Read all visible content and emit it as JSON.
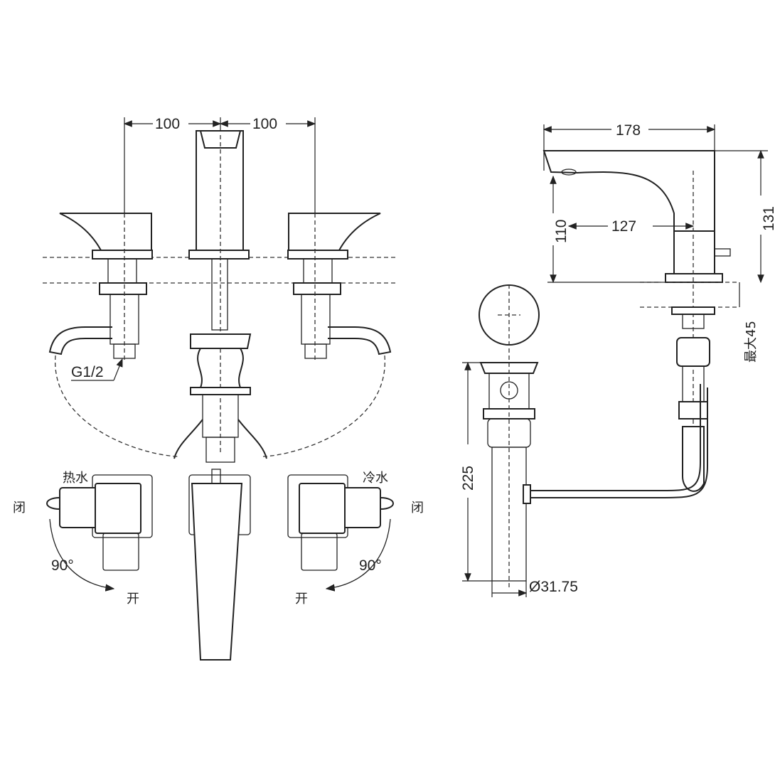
{
  "dimensions": {
    "left_spacing": "100",
    "right_spacing": "100",
    "spout_length": "178",
    "spout_height": "110",
    "spout_reach": "127",
    "total_height": "131",
    "max_deck_thickness": "最大45",
    "inlet_thread": "G1/2",
    "drain_length": "225",
    "drain_diameter": "Ø31.75"
  },
  "handle_labels": {
    "hot_water": "热水",
    "cold_water": "冷水",
    "close_left": "闭",
    "close_right": "闭",
    "open_left": "开",
    "open_right": "开",
    "angle_left": "90°",
    "angle_right": "90°"
  },
  "colors": {
    "line": "#222222",
    "background": "#ffffff"
  }
}
